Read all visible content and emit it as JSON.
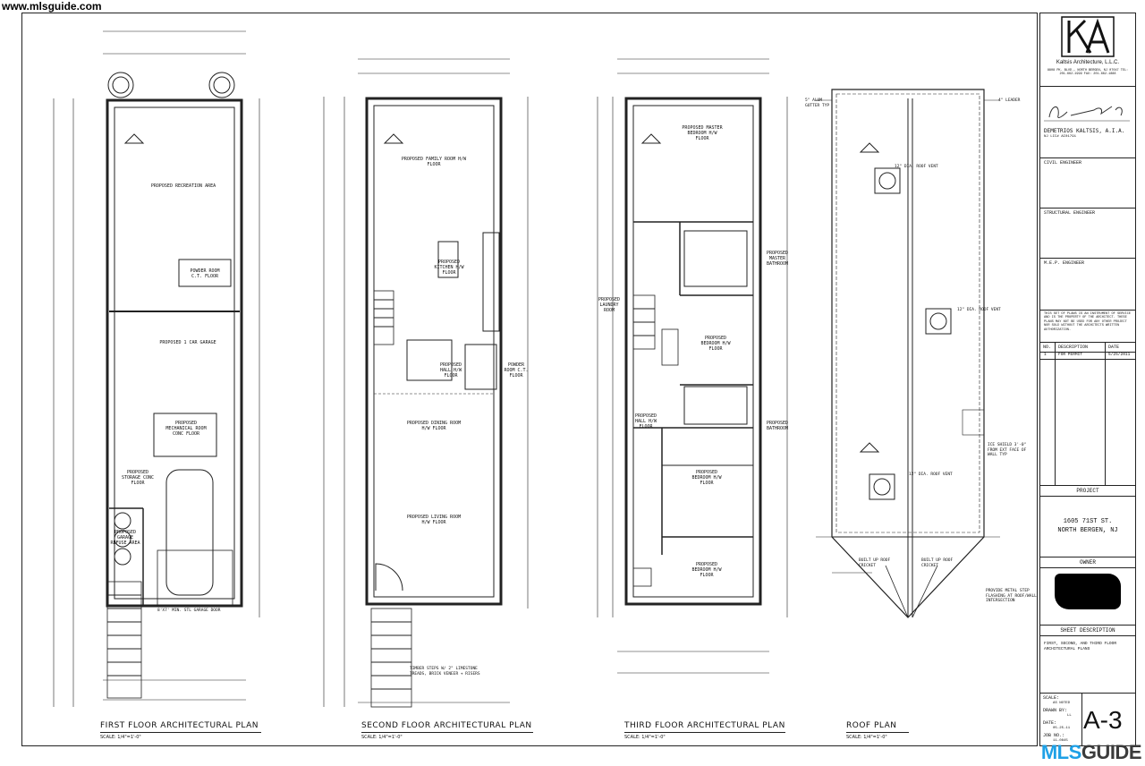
{
  "watermark_top": "www.mlsguide.com",
  "watermark_bottom": {
    "part1": "MLS",
    "part2": "GUIDE"
  },
  "plans": [
    {
      "title": "FIRST FLOOR ARCHITECTURAL PLAN",
      "scale": "SCALE: 1/4\"=1'-0\""
    },
    {
      "title": "SECOND FLOOR ARCHITECTURAL PLAN",
      "scale": "SCALE: 1/4\"=1'-0\""
    },
    {
      "title": "THIRD FLOOR ARCHITECTURAL PLAN",
      "scale": "SCALE: 1/4\"=1'-0\""
    },
    {
      "title": "ROOF PLAN",
      "scale": "SCALE: 1/4\"=1'-0\""
    }
  ],
  "rooms": {
    "recreation": "PROPOSED RECREATION AREA",
    "powder1": "POWDER ROOM C.T. FLOOR",
    "garage": "PROPOSED 1 CAR GARAGE",
    "mechanical": "PROPOSED MECHANICAL ROOM CONC FLOOR",
    "storage": "PROPOSED STORAGE CONC FLOOR",
    "garage_refuse": "PROPOSED GARAGE REFUSE AREA",
    "family": "PROPOSED FAMILY ROOM H/W FLOOR",
    "kitchen": "PROPOSED KITCHEN H/W FLOOR",
    "hall2": "PROPOSED HALL H/W FLOOR",
    "powder2": "POWDER ROOM C.T. FLOOR",
    "dining": "PROPOSED DINING ROOM H/W FLOOR",
    "living": "PROPOSED LIVING ROOM H/W FLOOR",
    "master_bed": "PROPOSED MASTER BEDROOM H/W FLOOR",
    "master_bath": "PROPOSED MASTER BATHROOM",
    "laundry": "PROPOSED LAUNDRY ROOM",
    "bedroom1": "PROPOSED BEDROOM H/W FLOOR",
    "bathroom": "PROPOSED BATHROOM",
    "hall3": "PROPOSED HALL H/W FLOOR",
    "bedroom2": "PROPOSED BEDROOM H/W FLOOR",
    "bedroom3": "PROPOSED BEDROOM H/W FLOOR"
  },
  "notes": {
    "roof_vent1": "12\" DIA. ROOF VENT",
    "roof_vent2": "12\" DIA. ROOF VENT",
    "roof_vent3": "12\" DIA. ROOF VENT",
    "cricket1": "BUILT UP ROOF CRICKET",
    "cricket2": "BUILT UP ROOF CRICKET",
    "flashing": "PROVIDE METAL STEP FLASHING AT ROOF/WALL INTERSECTION",
    "gutter": "5\" ALUM GUTTER TYP",
    "leader": "4\" LEADER",
    "ice_shield": "ICE SHIELD 3'-0\" FROM EXT FACE OF WALL TYP",
    "garage_door": "8'x7' MIN. STL GARAGE DOOR",
    "stair": "TIMBER STEPS W/ 2\" LIMESTONE TREADS, BRICK VENEER + RISERS"
  },
  "title_block": {
    "firm": "Kaltsis Architecture, L.L.C.",
    "firm_address": "8808 PK. BLVD., NORTH BERGEN, NJ 07047 TEL: 201-662-1999 FAX: 201-662-1888",
    "architect": "DEMETRIOS KALTSIS, A.I.A.",
    "architect_lic": "NJ LIC# AI01791",
    "civil": "CIVIL ENGINEER",
    "structural": "STRUCTURAL ENGINEER",
    "mep": "M.E.P. ENGINEER",
    "disclaimer": "THIS SET OF PLANS IS AN INSTRUMENT OF SERVICE AND IS THE PROPERTY OF THE ARCHITECT. THESE PLANS MAY NOT BE USED FOR ANY OTHER PROJECT NOR SOLD WITHOUT THE ARCHITECTS WRITTEN AUTHORIZATION.",
    "rev_headers": [
      "NO.",
      "DESCRIPTION",
      "DATE"
    ],
    "rev_rows": [
      [
        "1",
        "FOR PERMIT",
        "5/25/2011"
      ]
    ],
    "project_label": "PROJECT",
    "project_address_1": "1605 71ST ST.",
    "project_address_2": "NORTH BERGEN, NJ",
    "owner_label": "OWNER",
    "sheet_desc_label": "SHEET DESCRIPTION",
    "sheet_desc": "FIRST, SECOND, AND THIRD FLOOR ARCHITECTURAL PLANS",
    "scale_label": "SCALE:",
    "scale_value": "AS NOTED",
    "drawn_label": "DRAWN BY:",
    "drawn_value": "LL",
    "date_label": "DATE:",
    "date_value": "05-25-11",
    "job_label": "JOB NO.:",
    "job_value": "11-0845",
    "sheet_number": "A-3"
  }
}
